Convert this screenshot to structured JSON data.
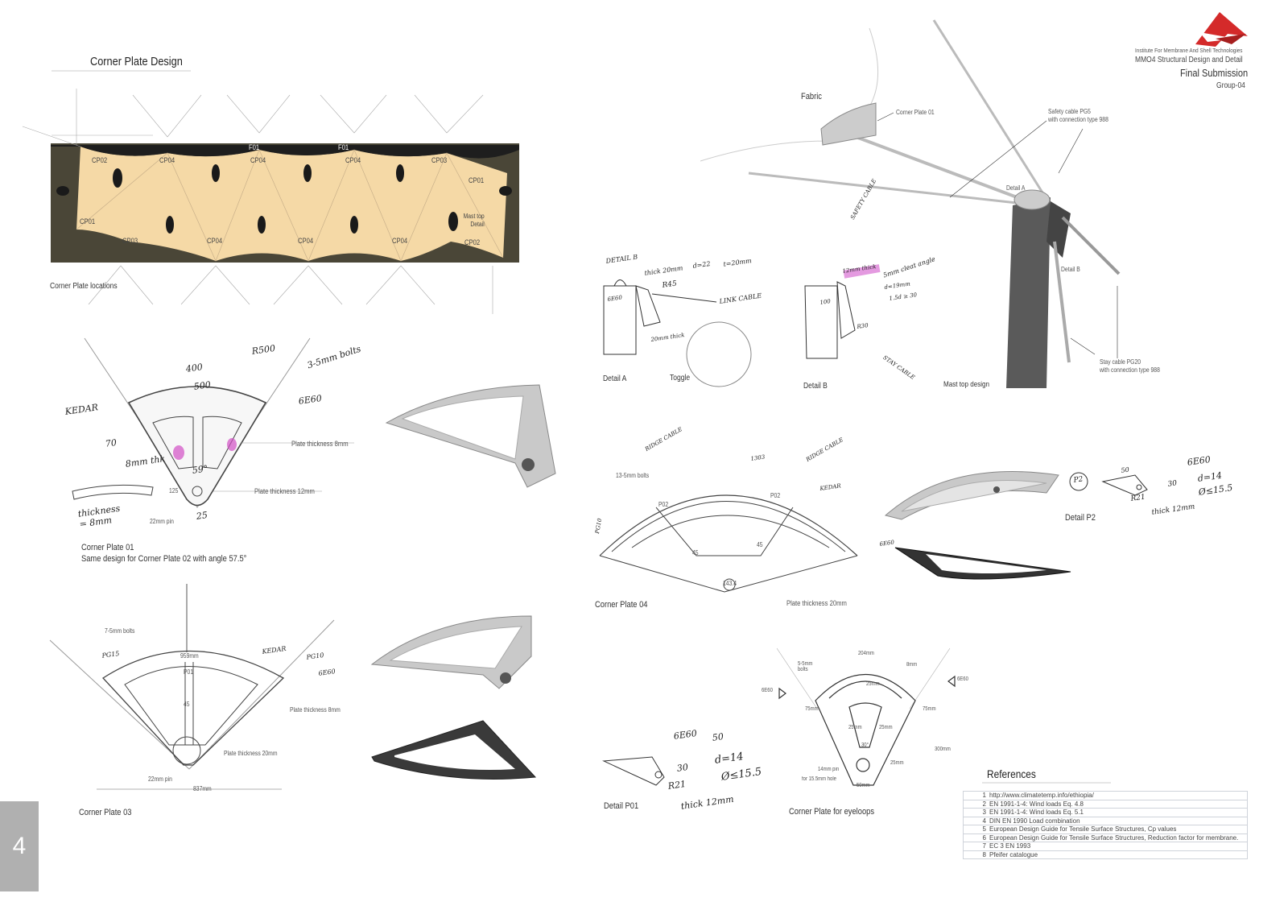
{
  "header": {
    "institute": "Institute For Membrane And Shell Technologies",
    "course": "MMO4 Structural Design and Detail",
    "submission": "Final Submission",
    "group": "Group-04",
    "logo_color": "#d42a2a"
  },
  "left": {
    "title": "Corner Plate Design",
    "plan": {
      "labels_top": [
        "CP02",
        "CP04",
        "CP04",
        "CP04",
        "CP03"
      ],
      "labels_bottom": [
        "CP03",
        "CP04",
        "CP04",
        "CP04",
        "CP02"
      ],
      "f_labels": [
        "F01",
        "F01"
      ],
      "cp01_left": "CP01",
      "cp01_right": "CP01",
      "mast_note": "Mast top Detail",
      "caption": "Corner Plate locations"
    },
    "cp01": {
      "labels": [
        "KEDAR",
        "3-5mm bolts",
        "6E60",
        "Plate thickness 8mm",
        "Plate thickness 12mm",
        "22mm pin",
        "thickness = 8mm",
        "8mm thk",
        "59°",
        "500",
        "400",
        "R500",
        "70",
        "125",
        "25"
      ],
      "caption": "Corner Plate 01",
      "subcaption": "Same design for Corner Plate 02 with angle 57.5°"
    },
    "cp03": {
      "labels": [
        "7-5mm bolts",
        "959mm",
        "P01",
        "45",
        "Plate thickness 8mm",
        "Plate thickness 20mm",
        "22mm pin",
        "837mm",
        "KEDAR",
        "6E60",
        "PG10",
        "PG15"
      ],
      "caption": "Corner Plate 03"
    }
  },
  "right": {
    "mast": {
      "fabric": "Fabric",
      "corner_plate": "Corner Plate 01",
      "safety_cable": "Safety cable PG5",
      "safety_conn": "with connection type 988",
      "detail_a": "Detail A",
      "detail_b": "Detail B",
      "stay_cable": "Stay cable PG20",
      "stay_conn": "with connection type 988",
      "caption": "Mast top design"
    },
    "detail_a": {
      "title": "DETAIL B",
      "labels": [
        "LINK CABLE",
        "R45",
        "6E60",
        "thick 20mm",
        "d=22",
        "t=20mm",
        "20mm thick"
      ],
      "caption": "Detail A",
      "toggle": "Toggle"
    },
    "detail_b": {
      "labels": [
        "12mm thick",
        "5mm cleat angle",
        "SAFETY CABLE",
        "STAY CABLE",
        "d=19mm",
        "1.5d ≥ 30",
        "R30",
        "100"
      ],
      "caption": "Detail B"
    },
    "cp04": {
      "labels": [
        "13-5mm bolts",
        "P02",
        "P02",
        "RIDGE CABLE",
        "RIDGE CABLE",
        "KEDAR",
        "45",
        "45",
        "143.4",
        "Plate thickness 20mm",
        "1303",
        "PG10",
        "6E60"
      ],
      "caption": "Corner Plate 04"
    },
    "detail_p2": {
      "labels": [
        "P2",
        "6E60",
        "d=14",
        "Ø≤15.5",
        "R21",
        "30",
        "thick 12mm",
        "50"
      ],
      "caption": "Detail P2"
    },
    "detail_p01": {
      "labels": [
        "6E60",
        "50",
        "d=14",
        "Ø≤15.5",
        "R21",
        "30",
        "thick 12mm"
      ],
      "caption": "Detail P01"
    },
    "eyeloop": {
      "labels": [
        "204mm",
        "5-5mm bolts",
        "8mm",
        "25mm",
        "6E60",
        "6E60",
        "75mm",
        "75mm",
        "25mm",
        "25mm",
        "30°",
        "25mm",
        "300mm",
        "14mm pin",
        "for 15.5mm hole",
        "50mm"
      ],
      "caption": "Corner Plate for eyeloops"
    }
  },
  "references": {
    "title": "References",
    "items": [
      {
        "n": "1",
        "text": "http://www.climatetemp.info/ethiopia/"
      },
      {
        "n": "2",
        "text": "EN 1991-1-4: Wind loads Eq. 4.8"
      },
      {
        "n": "3",
        "text": "EN 1991-1-4: Wind loads Eq. 5.1"
      },
      {
        "n": "4",
        "text": "DIN EN 1990 Load combination"
      },
      {
        "n": "5",
        "text": "European Design Guide for Tensile Surface Structures, Cp values"
      },
      {
        "n": "6",
        "text": "European Design Guide for Tensile Surface Structures, Reduction factor for membrane."
      },
      {
        "n": "7",
        "text": "EC 3 EN 1993"
      },
      {
        "n": "8",
        "text": "Pfeifer catalogue"
      }
    ]
  },
  "page_number": "4"
}
